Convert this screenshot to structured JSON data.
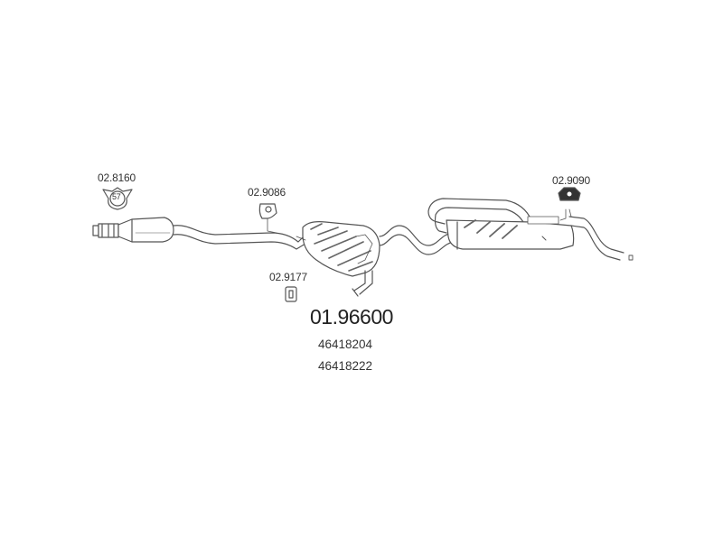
{
  "diagram": {
    "main_part_number": "01.96600",
    "oe_numbers": [
      "46418204",
      "46418222"
    ],
    "part_labels": {
      "clamp": "02.8160",
      "clamp_size": "57",
      "hanger_mid": "02.9086",
      "hanger_lower": "02.9177",
      "hanger_rear": "02.9090"
    },
    "line_color": "#555555"
  }
}
